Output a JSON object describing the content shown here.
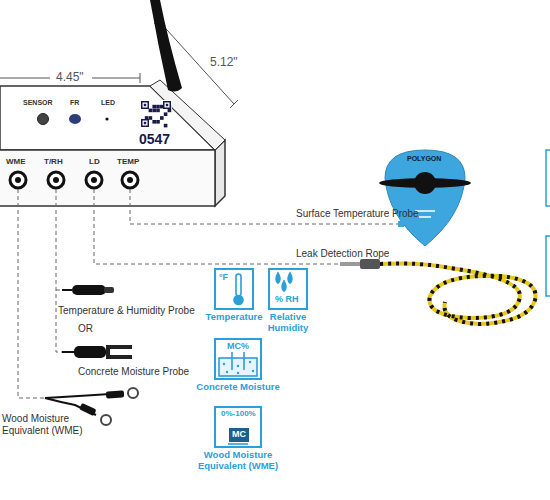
{
  "diagram": {
    "nodes": [
      {
        "text": [
          "°F",
          "Temperature"
        ]
      },
      {
        "text": [
          "% RH",
          "Relative Humidity"
        ]
      },
      {
        "text": [
          "MC%",
          "Concrete Moisture"
        ]
      },
      {
        "text": [
          "0%-100%",
          "MC",
          "Wood Moisture Equivalent (WME)"
        ]
      }
    ],
    "labels": [
      "4.45\"",
      "5.12\"",
      "SENSOR",
      "FR",
      "LED",
      "0547",
      "WME",
      "T/RH",
      "LD",
      "TEMP",
      "POLYGON",
      "Surface Temperature Probe",
      "Leak Detection Rope",
      "Temperature & Humidity Probe",
      "OR",
      "Concrete Moisture Probe",
      "Wood Moisture Equivalent (WME)"
    ]
  }
}
